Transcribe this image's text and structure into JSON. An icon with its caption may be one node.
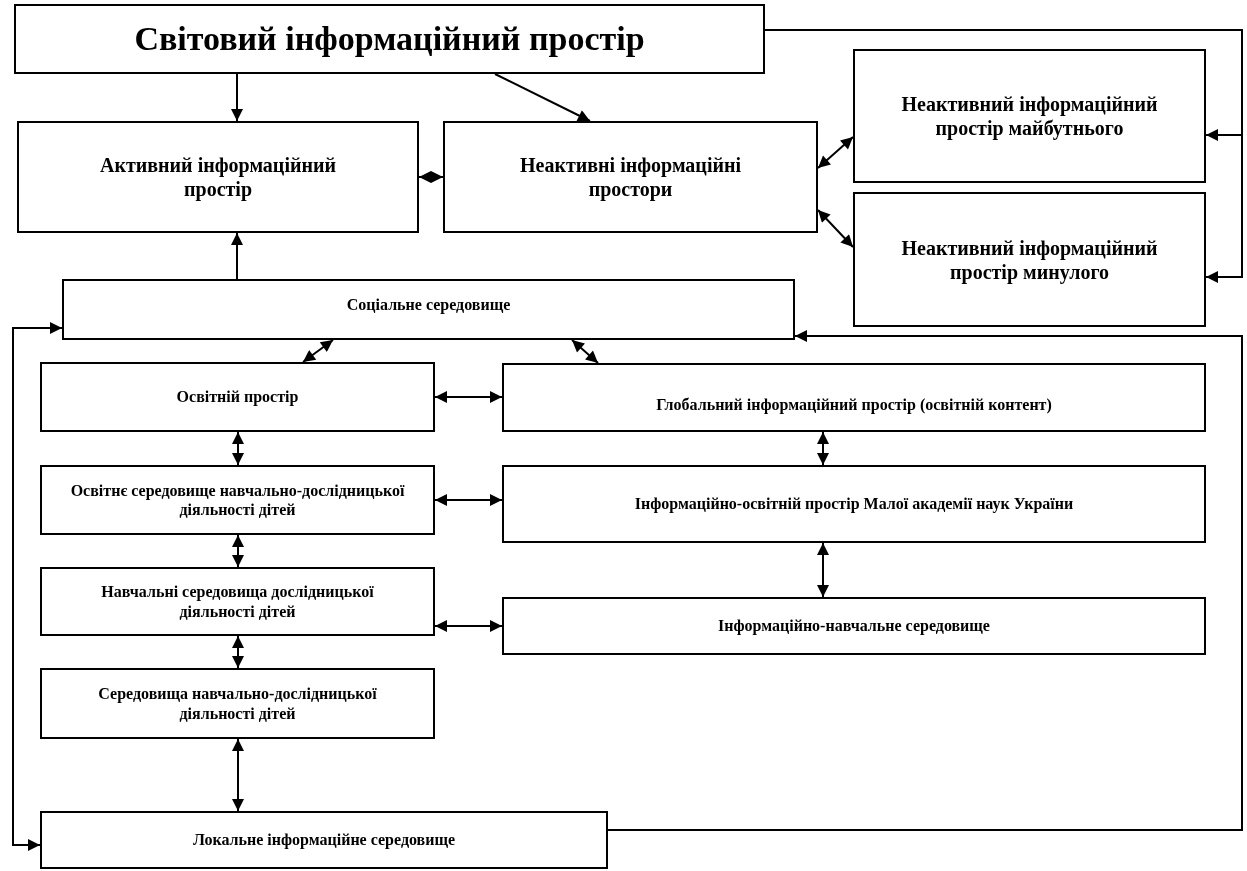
{
  "diagram": {
    "nodes": [
      {
        "text": [
          "Світовий інформаційний простір"
        ]
      },
      {
        "text": [
          "Активний інформаційний простір"
        ]
      },
      {
        "text": [
          "Неактивні інформаційні простори"
        ]
      },
      {
        "text": [
          "Неактивний інформаційний простір майбутнього"
        ]
      },
      {
        "text": [
          "Неактивний інформаційний простір минулого"
        ]
      },
      {
        "text": [
          "Соціальне середовище"
        ]
      },
      {
        "text": [
          "Освітній простір"
        ]
      },
      {
        "text": [
          "Глобальний інформаційний простір (освітній контент)"
        ]
      },
      {
        "text": [
          "Освітнє середовище навчально-дослідницької діяльності дітей"
        ]
      },
      {
        "text": [
          "Інформаційно-освітній простір Малої академії наук України"
        ]
      },
      {
        "text": [
          "Навчальні середовища дослідницької діяльності дітей"
        ]
      },
      {
        "text": [
          "Інформаційно-навчальне середовище"
        ]
      },
      {
        "text": [
          "Середовища навчально-дослідницької діяльності дітей"
        ]
      },
      {
        "text": [
          "Локальне інформаційне середовище"
        ]
      }
    ],
    "edges": [
      {
        "from": 0,
        "to": 1,
        "arrow": "to"
      },
      {
        "from": 0,
        "to": 2,
        "arrow": "to"
      },
      {
        "from": 1,
        "to": 2,
        "arrow": "both"
      },
      {
        "from": 2,
        "to": 3,
        "arrow": "both"
      },
      {
        "from": 2,
        "to": 4,
        "arrow": "both"
      },
      {
        "from": 5,
        "to": 1,
        "arrow": "to"
      },
      {
        "from": 5,
        "to": 6,
        "arrow": "both"
      },
      {
        "from": 5,
        "to": 7,
        "arrow": "both"
      },
      {
        "from": 6,
        "to": 7,
        "arrow": "both"
      },
      {
        "from": 6,
        "to": 8,
        "arrow": "both"
      },
      {
        "from": 8,
        "to": 9,
        "arrow": "both"
      },
      {
        "from": 7,
        "to": 9,
        "arrow": "both"
      },
      {
        "from": 8,
        "to": 10,
        "arrow": "both"
      },
      {
        "from": 10,
        "to": 11,
        "arrow": "both"
      },
      {
        "from": 9,
        "to": 11,
        "arrow": "both"
      },
      {
        "from": 10,
        "to": 12,
        "arrow": "both"
      },
      {
        "from": 12,
        "to": 13,
        "arrow": "both"
      },
      {
        "from": 0,
        "to": 3,
        "arrow": "to"
      },
      {
        "from": 0,
        "to": 4,
        "arrow": "to"
      },
      {
        "from": 13,
        "to": 5,
        "arrow": "to"
      },
      {
        "from": 5,
        "to": 13,
        "arrow": "both"
      }
    ]
  }
}
